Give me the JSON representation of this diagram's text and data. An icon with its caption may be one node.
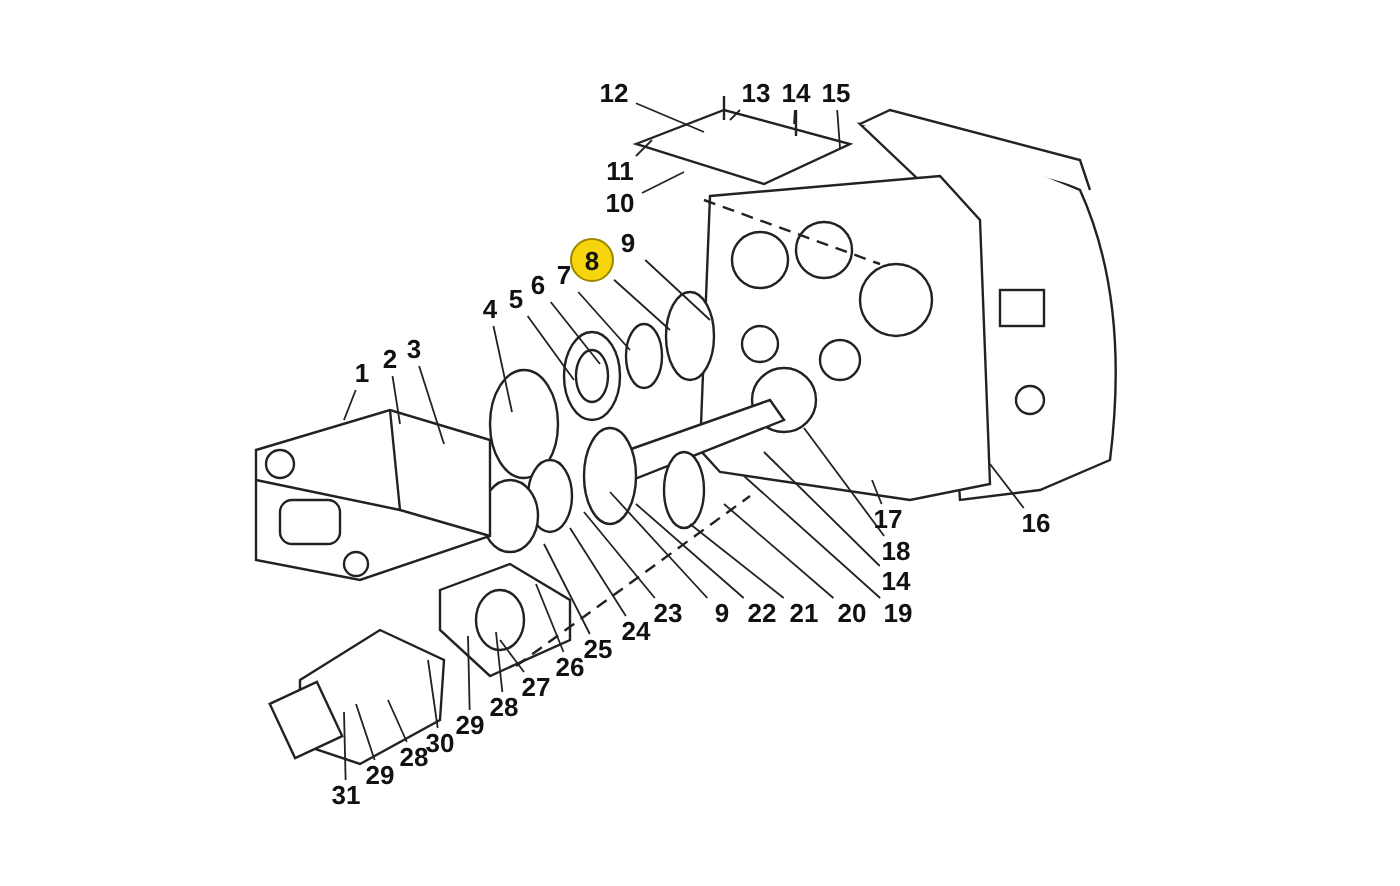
{
  "diagram": {
    "nodes": [
      {
        "text": [
          "12"
        ]
      },
      {
        "text": [
          "13"
        ]
      },
      {
        "text": [
          "14"
        ]
      },
      {
        "text": [
          "15"
        ]
      },
      {
        "text": [
          "11"
        ]
      },
      {
        "text": [
          "10"
        ]
      },
      {
        "text": [
          "9"
        ]
      },
      {
        "text": [
          "8"
        ]
      },
      {
        "text": [
          "7"
        ]
      },
      {
        "text": [
          "6"
        ]
      },
      {
        "text": [
          "5"
        ]
      },
      {
        "text": [
          "4"
        ]
      },
      {
        "text": [
          "3"
        ]
      },
      {
        "text": [
          "2"
        ]
      },
      {
        "text": [
          "1"
        ]
      },
      {
        "text": [
          "16"
        ]
      },
      {
        "text": [
          "17"
        ]
      },
      {
        "text": [
          "18"
        ]
      },
      {
        "text": [
          "14"
        ]
      },
      {
        "text": [
          "19"
        ]
      },
      {
        "text": [
          "20"
        ]
      },
      {
        "text": [
          "21"
        ]
      },
      {
        "text": [
          "22"
        ]
      },
      {
        "text": [
          "9"
        ]
      },
      {
        "text": [
          "23"
        ]
      },
      {
        "text": [
          "24"
        ]
      },
      {
        "text": [
          "25"
        ]
      },
      {
        "text": [
          "26"
        ]
      },
      {
        "text": [
          "27"
        ]
      },
      {
        "text": [
          "28"
        ]
      },
      {
        "text": [
          "29"
        ]
      },
      {
        "text": [
          "30"
        ]
      },
      {
        "text": [
          "28"
        ]
      },
      {
        "text": [
          "29"
        ]
      },
      {
        "text": [
          "31"
        ]
      }
    ],
    "edges": [
      {
        "from": 0,
        "to": null,
        "arrow": "none"
      },
      {
        "from": 1,
        "to": null,
        "arrow": "none"
      },
      {
        "from": 2,
        "to": null,
        "arrow": "none"
      },
      {
        "from": 3,
        "to": null,
        "arrow": "none"
      },
      {
        "from": 4,
        "to": null,
        "arrow": "none"
      },
      {
        "from": 5,
        "to": null,
        "arrow": "none"
      },
      {
        "from": 6,
        "to": null,
        "arrow": "none"
      },
      {
        "from": 7,
        "to": null,
        "arrow": "none"
      },
      {
        "from": 8,
        "to": null,
        "arrow": "none"
      },
      {
        "from": 9,
        "to": null,
        "arrow": "none"
      },
      {
        "from": 10,
        "to": null,
        "arrow": "none"
      },
      {
        "from": 11,
        "to": null,
        "arrow": "none"
      },
      {
        "from": 12,
        "to": null,
        "arrow": "none"
      },
      {
        "from": 13,
        "to": null,
        "arrow": "none"
      },
      {
        "from": 14,
        "to": null,
        "arrow": "none"
      },
      {
        "from": 15,
        "to": null,
        "arrow": "none"
      },
      {
        "from": 16,
        "to": null,
        "arrow": "none"
      },
      {
        "from": 17,
        "to": null,
        "arrow": "none"
      },
      {
        "from": 18,
        "to": null,
        "arrow": "none"
      },
      {
        "from": 19,
        "to": null,
        "arrow": "none"
      },
      {
        "from": 20,
        "to": null,
        "arrow": "none"
      },
      {
        "from": 21,
        "to": null,
        "arrow": "none"
      },
      {
        "from": 22,
        "to": null,
        "arrow": "none"
      },
      {
        "from": 23,
        "to": null,
        "arrow": "none"
      },
      {
        "from": 24,
        "to": null,
        "arrow": "none"
      },
      {
        "from": 25,
        "to": null,
        "arrow": "none"
      },
      {
        "from": 26,
        "to": null,
        "arrow": "none"
      },
      {
        "from": 27,
        "to": null,
        "arrow": "none"
      },
      {
        "from": 28,
        "to": null,
        "arrow": "none"
      },
      {
        "from": 29,
        "to": null,
        "arrow": "none"
      },
      {
        "from": 30,
        "to": null,
        "arrow": "none"
      },
      {
        "from": 31,
        "to": null,
        "arrow": "none"
      },
      {
        "from": 32,
        "to": null,
        "arrow": "none"
      },
      {
        "from": 33,
        "to": null,
        "arrow": "none"
      },
      {
        "from": 34,
        "to": null,
        "arrow": "none"
      }
    ]
  }
}
